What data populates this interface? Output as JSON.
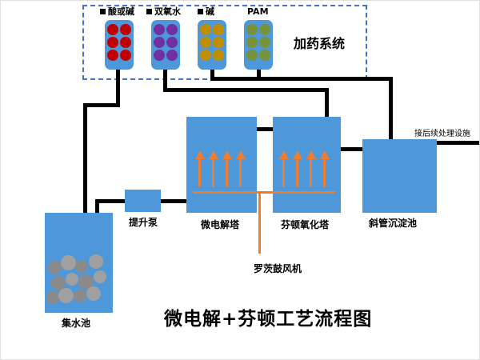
{
  "diagram": {
    "title": "微电解+芬顿工艺流程图",
    "dosing_system": {
      "box_label": "加药系统",
      "tanks": [
        {
          "label": "酸或碱",
          "dot_color": "#C00000"
        },
        {
          "label": "双氧水",
          "dot_color": "#7030A0"
        },
        {
          "label": "碱",
          "dot_color": "#BF8F00"
        },
        {
          "label": "PAM",
          "dot_color": "#76923C"
        }
      ]
    },
    "units": {
      "collection_tank": "集水池",
      "lift_pump": "提升泵",
      "micro_electrolysis_tower": "微电解塔",
      "fenton_oxidation_tower": "芬顿氧化塔",
      "sedimentation_tank": "斜管沉淀池",
      "roots_blower": "罗茨鼓风机",
      "outlet_note": "接后续处理设施"
    },
    "colors": {
      "vessel_blue": "#4E97D8",
      "pipe_black": "#000000",
      "air_orange": "#ED7D31",
      "dashed_border_blue": "#4472C4",
      "sludge_gray": "#949494"
    }
  }
}
